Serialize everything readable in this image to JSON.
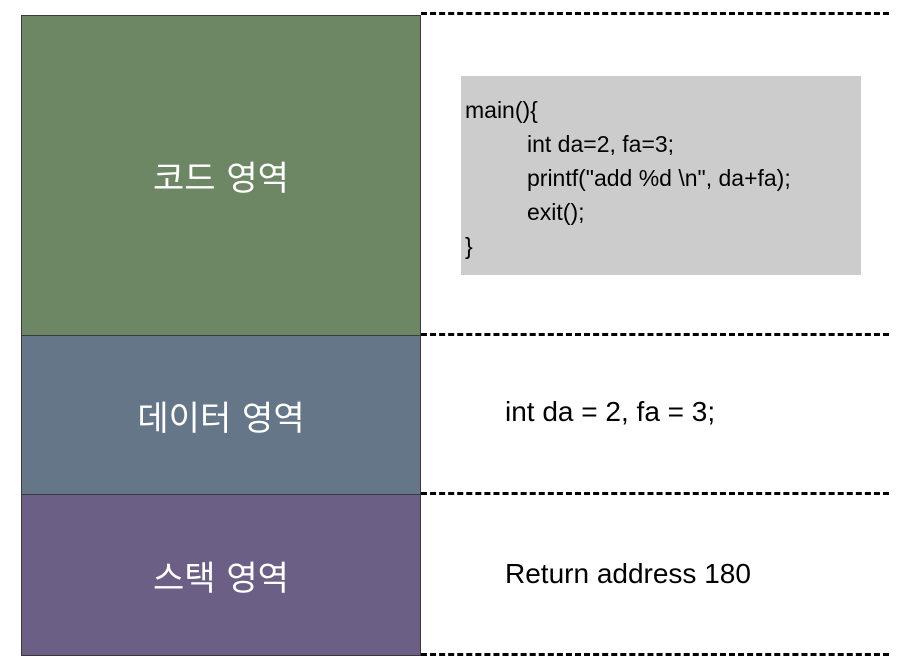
{
  "segments": {
    "code": {
      "label": "코드 영역",
      "color": "#6d8764"
    },
    "data": {
      "label": "데이터 영역",
      "color": "#647687"
    },
    "stack": {
      "label": "스택 영역",
      "color": "#6c5f86"
    }
  },
  "code_block": {
    "background": "#cccccc",
    "lines": [
      "main(){",
      "int da=2, fa=3;",
      "printf(\"add %d \\n\", da+fa);",
      "exit();",
      "}"
    ]
  },
  "data_text": "int da = 2, fa = 3;",
  "stack_text": "Return address 180"
}
